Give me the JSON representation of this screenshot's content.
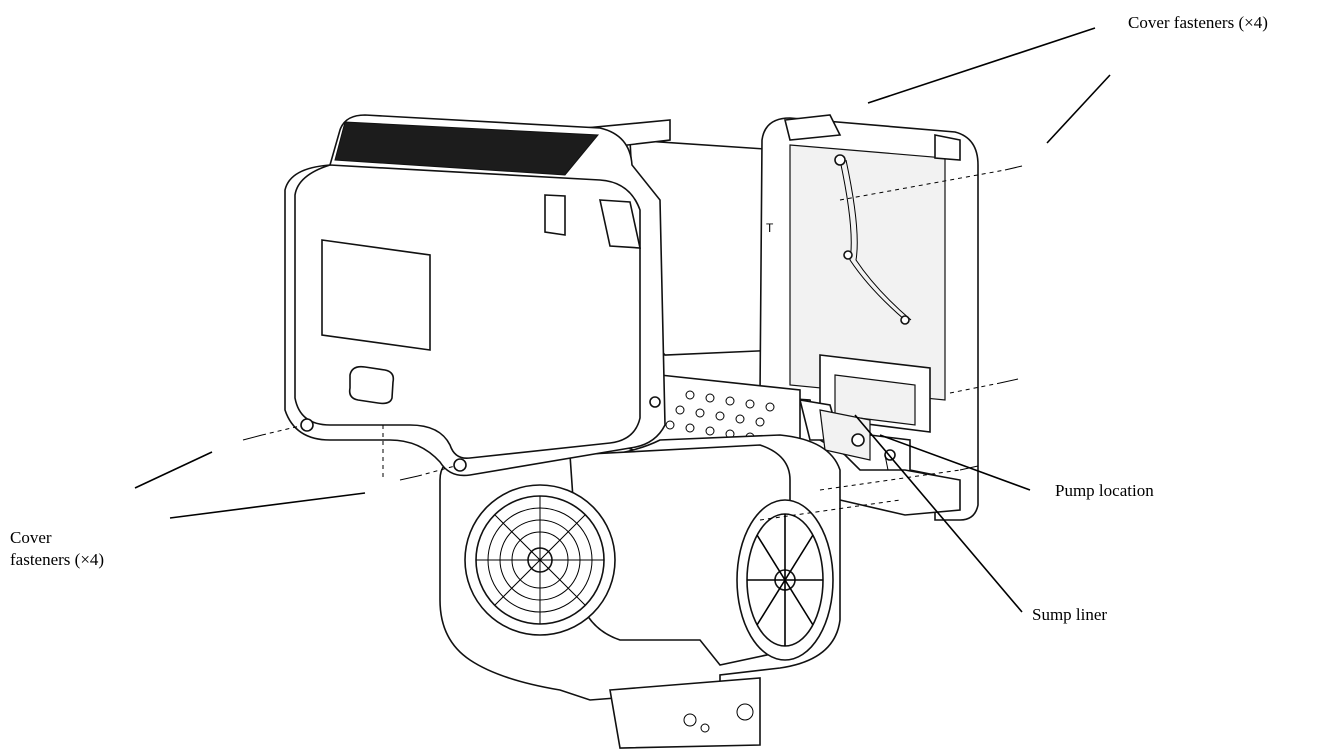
{
  "callouts": {
    "cover_fasteners_top": "Cover fasteners (×4)",
    "cover_fasteners_left_line1": "Cover",
    "cover_fasteners_left_line2": "fasteners (×4)",
    "pump_location": "Pump location",
    "sump_liner": "Sump liner"
  }
}
